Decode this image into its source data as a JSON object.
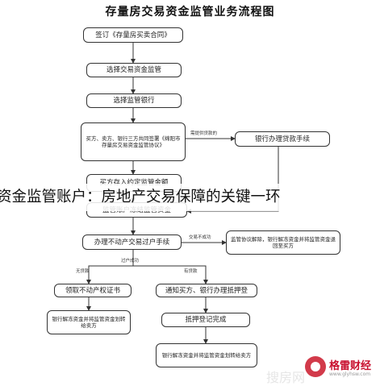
{
  "title": "存量房交易资金监管业务流程图",
  "boxes": {
    "b1": "签订《存量房买卖合同》",
    "b2": "选择交易资金监管",
    "b3": "选择监管银行",
    "b4": "买方、卖方、银行三方共同签署《绵阳市存量房交易资金监管协议》",
    "b5": "银行办理贷款手续",
    "b6": "买方存入约定监管金额",
    "b7": "监管账户冻结监管资金",
    "b8": "办理不动产交易过户手续",
    "b9": "监管协议解除，银行解冻资金并将监管资金退回至买方",
    "b10": "领取不动产权证书",
    "b11": "通知买方、银行办理抵押登",
    "b12": "银行解冻资金并将监管资金划转给卖方",
    "b13": "抵押登记完成",
    "b14": "银行解冻资金并将监管资金划转给卖方"
  },
  "labels": {
    "l1": "需提供贷款的",
    "l2": "交易不成功",
    "l3": "无贷款",
    "l4": "有贷款",
    "l5": "过户成功"
  },
  "overlay": "资金监管账户：房地产交易保障的关键一环",
  "watermark": {
    "brand": "格雷财经",
    "url": "www.glyhsw.com",
    "faint": "搜房网"
  }
}
